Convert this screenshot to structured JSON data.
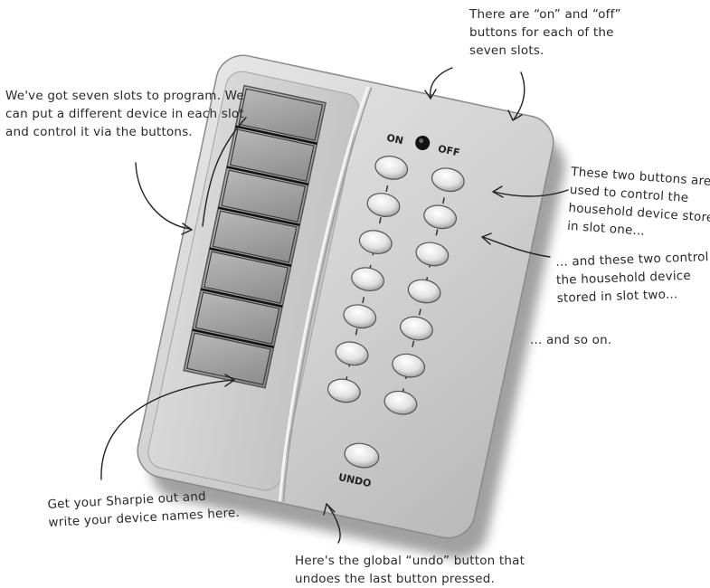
{
  "remote": {
    "on_label": "ON",
    "off_label": "OFF",
    "undo_label": "UNDO",
    "slot_count": 7
  },
  "annotations": {
    "slots_note": [
      "We've got seven slots to program.  We",
      "can put a different device in each slot",
      "and control it via the buttons."
    ],
    "onoff_note": [
      "There are “on” and “off”",
      "buttons for each of the",
      "seven slots."
    ],
    "slot_one_note": [
      "These two buttons are",
      "used to control the",
      "household device stored",
      "in slot one..."
    ],
    "slot_two_note": [
      "... and these two control",
      "the household device",
      "stored in slot two..."
    ],
    "so_on_note": [
      "... and so on."
    ],
    "sharpie_note": [
      "Get your Sharpie out and",
      "write your device names here."
    ],
    "undo_note": [
      "Here's the global “undo” button that",
      "undoes the last button pressed."
    ]
  }
}
